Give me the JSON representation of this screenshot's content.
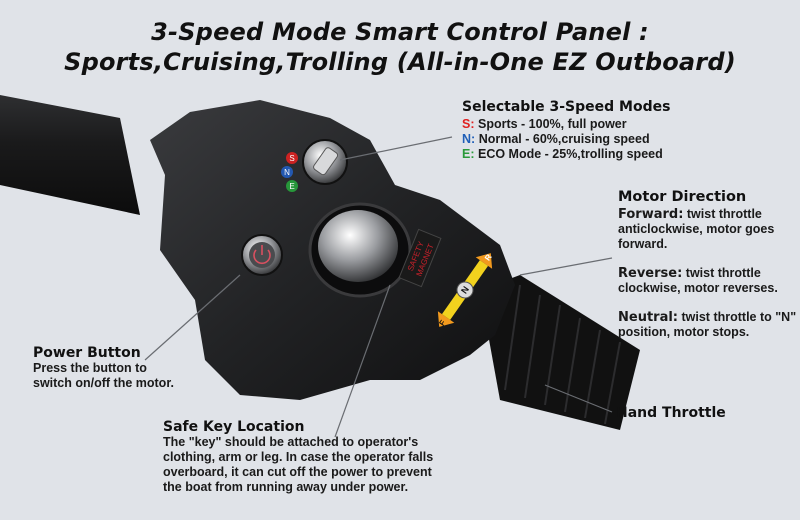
{
  "title": {
    "line1": "3-Speed Mode Smart Control Panel :",
    "line2": "Sports,Cruising,Trolling (All-in-One EZ Outboard)"
  },
  "speed_modes": {
    "heading": "Selectable 3-Speed Modes",
    "items": [
      {
        "key": "S:",
        "text": "Sports - 100%, full power",
        "color": "#e02020"
      },
      {
        "key": "N:",
        "text": "Normal - 60%,cruising speed",
        "color": "#1f5fb8"
      },
      {
        "key": "E:",
        "text": "ECO Mode - 25%,trolling speed",
        "color": "#2a9a3a"
      }
    ]
  },
  "motor_direction": {
    "heading": "Motor Direction",
    "items": [
      {
        "label": "Forward:",
        "text": "twist throttle anticlockwise, motor goes forward."
      },
      {
        "label": "Reverse:",
        "text": "twist throttle clockwise, motor reverses."
      },
      {
        "label": "Neutral:",
        "text": "twist throttle to \"N\" position, motor stops."
      }
    ]
  },
  "power_button": {
    "heading": "Power Button",
    "text": "Press the button to switch on/off the motor."
  },
  "safe_key": {
    "heading": "Safe Key Location",
    "text": "The \"key\" should be attached to operator's clothing, arm or leg. In case the operator falls overboard, it can cut off the power to prevent the boat from running away under power."
  },
  "hand_throttle": {
    "label": "Hand Throttle"
  },
  "device": {
    "dial_letters": [
      "S",
      "N",
      "E"
    ],
    "safety_label": [
      "SAFETY",
      "MAGNET"
    ],
    "throttle_letters": [
      "F",
      "N",
      "R"
    ],
    "accent_orange": "#f29a1e",
    "safety_red": "#c8202a"
  }
}
